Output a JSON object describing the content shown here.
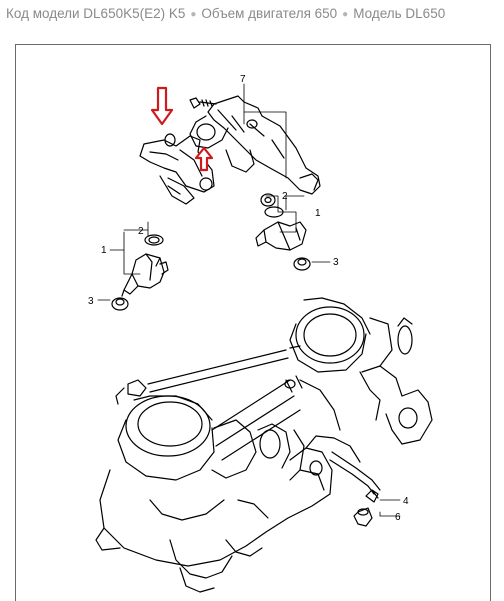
{
  "header": {
    "model_code": "Код модели DL650K5(E2) K5",
    "engine_volume": "Объем двигателя 650",
    "model": "Модель DL650"
  },
  "callouts": {
    "c7": "7",
    "c2_right": "2",
    "c1_right": "1",
    "c3_right": "3",
    "c2_left": "2",
    "c1_left": "1",
    "c3_left": "3",
    "c4": "4",
    "c6": "6"
  },
  "colors": {
    "arrow": "#d0191c",
    "line": "#000000",
    "frame": "#6a6a6a"
  }
}
